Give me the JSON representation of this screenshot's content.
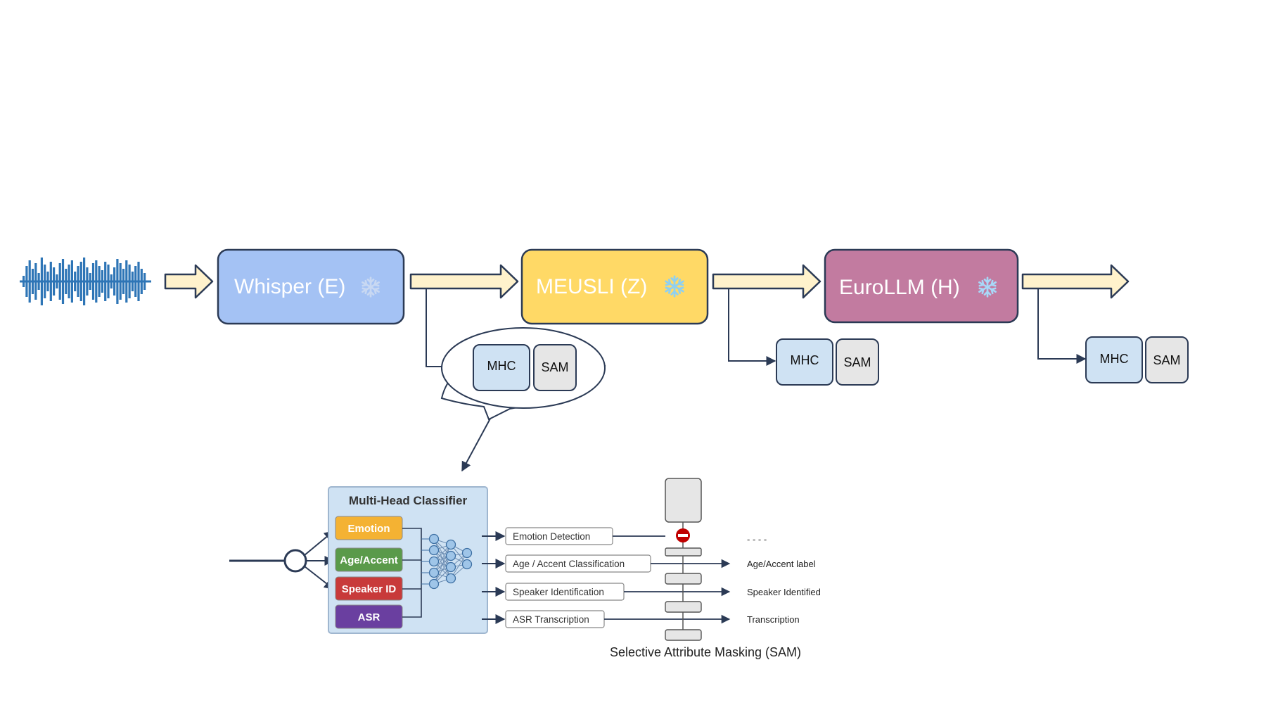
{
  "pipeline": {
    "stages": [
      {
        "label": "Whisper (E)",
        "icon": "snowflake-icon",
        "fill": "#a4c2f4",
        "text_color": "#ffffff",
        "icon_color": "#c8d8f2"
      },
      {
        "label": "MEUSLI (Z)",
        "icon": "snowflake-icon",
        "fill": "#ffd966",
        "text_color": "#ffffff",
        "icon_color": "#8fd0f0"
      },
      {
        "label": "EuroLLM (H)",
        "icon": "snowflake-icon",
        "fill": "#c27ba0",
        "text_color": "#ffffff",
        "icon_color": "#a8d8f8"
      }
    ],
    "arrow_fill": "#fff2cc",
    "waveform_color": "#2e75b6"
  },
  "modules": {
    "mhc_label": "MHC",
    "sam_label": "SAM",
    "mhc_fill": "#cfe2f3",
    "sam_fill": "#e6e6e6"
  },
  "classifier": {
    "title": "Multi-Head Classifier",
    "panel_fill": "#cfe2f3",
    "heads": [
      {
        "label": "Emotion",
        "color": "#f4b233"
      },
      {
        "label": "Age/Accent",
        "color": "#5a9a4a"
      },
      {
        "label": "Speaker ID",
        "color": "#c83a3a"
      },
      {
        "label": "ASR",
        "color": "#6a3fa0"
      }
    ]
  },
  "tasks": [
    {
      "label": "Emotion Detection",
      "output": "- - - -"
    },
    {
      "label": "Age / Accent Classification",
      "output": "Age/Accent label"
    },
    {
      "label": "Speaker Identification",
      "output": "Speaker Identified"
    },
    {
      "label": "ASR Transcription",
      "output": "Transcription"
    }
  ],
  "sam_caption": "Selective Attribute Masking (SAM)"
}
